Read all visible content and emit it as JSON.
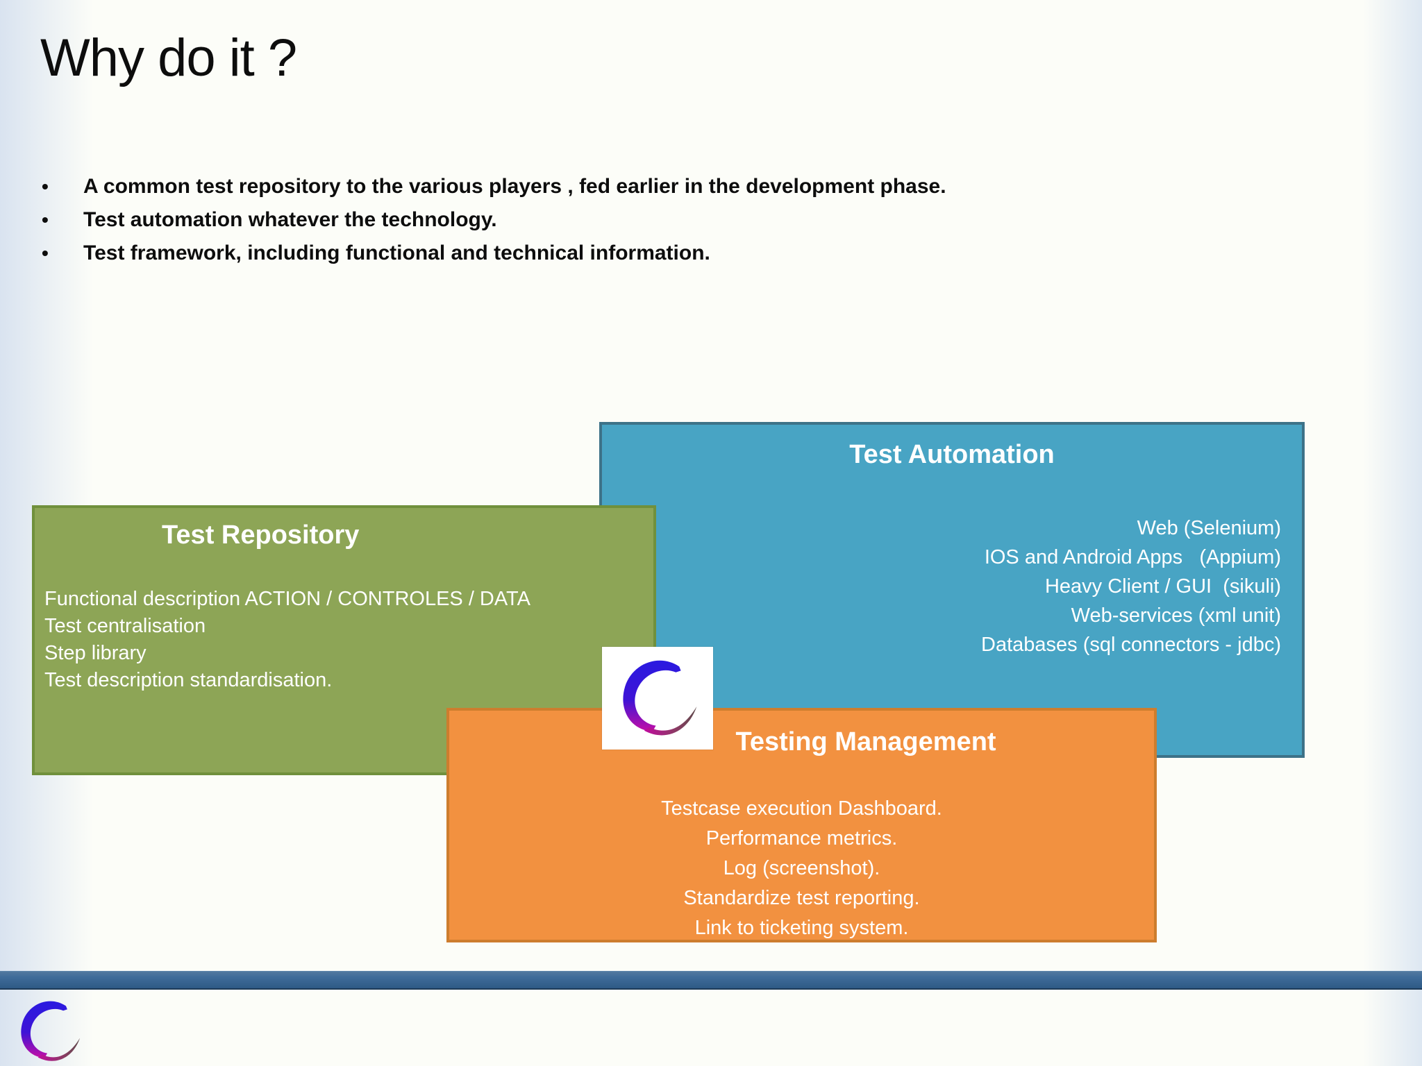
{
  "page": {
    "title": "Why do it ?",
    "bullet_marker": "•",
    "bullets": [
      "A common test repository to the various players , fed earlier in the development phase.",
      "Test automation whatever the technology.",
      "Test framework, including functional and technical information."
    ],
    "boxes": {
      "automation": {
        "title": "Test Automation",
        "lines": [
          "Web (Selenium)",
          "IOS and Android Apps   (Appium)",
          "Heavy Client / GUI  (sikuli)",
          "Web-services (xml unit)",
          "Databases (sql connectors - jdbc)"
        ],
        "fill": "#48a4c4",
        "border": "#3d7288"
      },
      "repository": {
        "title": "Test Repository",
        "lines": [
          "Functional description ACTION / CONTROLES / DATA",
          "Test centralisation",
          "Step library",
          "Test description standardisation."
        ],
        "fill": "#8da556",
        "border": "#70903c"
      },
      "management": {
        "title": "Testing Management",
        "lines": [
          "Testcase execution Dashboard.",
          "Performance metrics.",
          "Log (screenshot).",
          "Standardize test reporting.",
          "Link to ticketing system."
        ],
        "fill": "#f29140",
        "border": "#cd7d2e"
      }
    },
    "logo": {
      "letter": "C",
      "gradient_top": "#2a1ae0",
      "gradient_bottom": "#c40fa6",
      "tail_tip": "#5e4a4a"
    },
    "footer": {
      "bar_color": "#3a6794"
    },
    "text_color": "#111111",
    "box_text_color": "#ffffff"
  }
}
